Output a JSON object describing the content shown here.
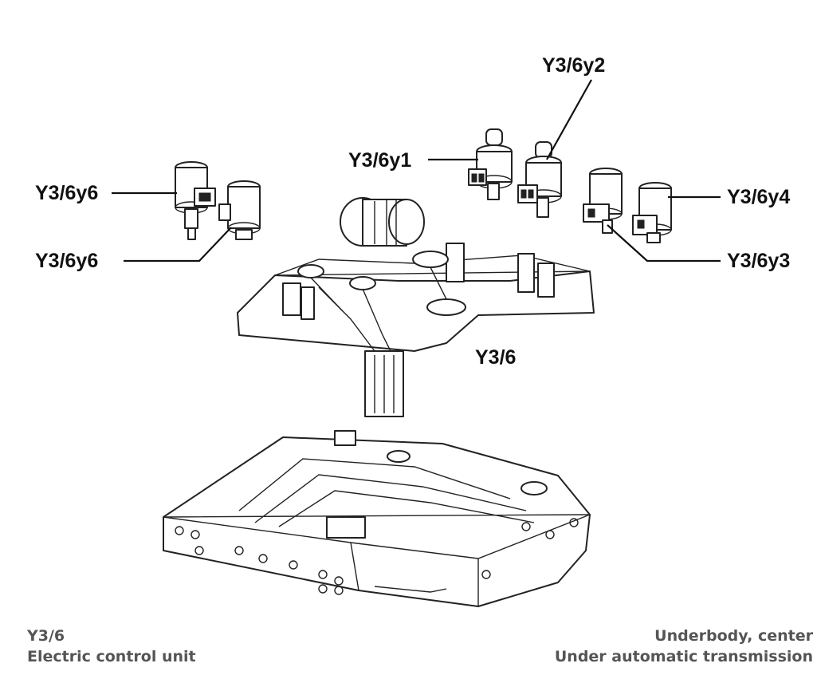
{
  "labels": {
    "y6_top": "Y3/6y6",
    "y6_bottom": "Y3/6y6",
    "y1": "Y3/6y1",
    "y2": "Y3/6y2",
    "y3": "Y3/6y3",
    "y4": "Y3/6y4",
    "unit": "Y3/6"
  },
  "caption": {
    "left_line1": "Y3/6",
    "left_line2": "Electric control unit",
    "right_line1": "Underbody, center",
    "right_line2": "Under automatic transmission"
  }
}
